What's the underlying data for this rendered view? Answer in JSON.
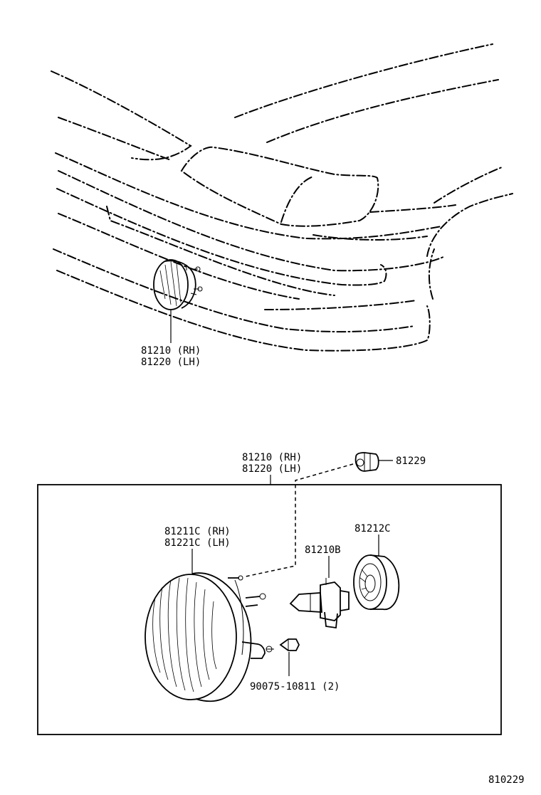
{
  "callouts": {
    "top_fog_lamp_rh": "81210 (RH)",
    "top_fog_lamp_lh": "81220 (LH)",
    "assy_rh": "81210 (RH)",
    "assy_lh": "81220 (LH)",
    "socket": "81229",
    "unit_rh": "81211C (RH)",
    "unit_lh": "81221C (LH)",
    "cover": "81212C",
    "bulb": "81210B",
    "screw": "90075-10811 (2)"
  },
  "figure_number": "810229"
}
